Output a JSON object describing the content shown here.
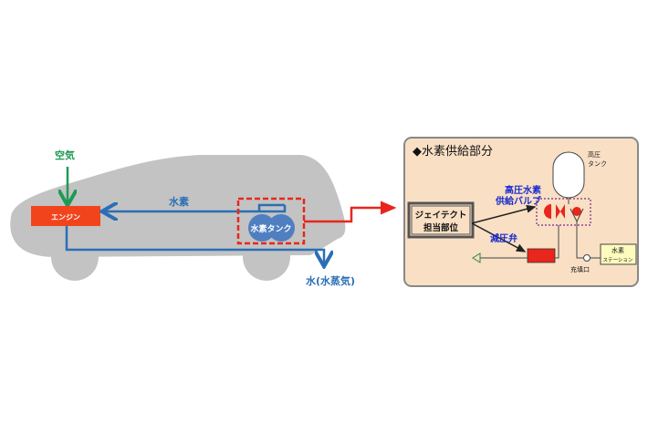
{
  "car": {
    "air": "空気",
    "engine": "エンジン",
    "hydrogen": "水素",
    "tank": "水素タンク",
    "water": "水(水蒸気)"
  },
  "panel": {
    "title": "◆水素供給部分",
    "hp_tank_1": "高圧",
    "hp_tank_2": "タンク",
    "valve_1": "高圧水素",
    "valve_2": "供給バルブ",
    "jtekt_1": "ジェイテクト",
    "jtekt_2": "担当部位",
    "reducer": "減圧弁",
    "station_1": "水素",
    "station_2": "ステーション",
    "port": "充填口"
  },
  "colors": {
    "blue": "#2a6fb5",
    "red": "#e8261b",
    "green": "#1f9a55",
    "panel": "#f9dfc4",
    "car": "#c3c3c3"
  }
}
